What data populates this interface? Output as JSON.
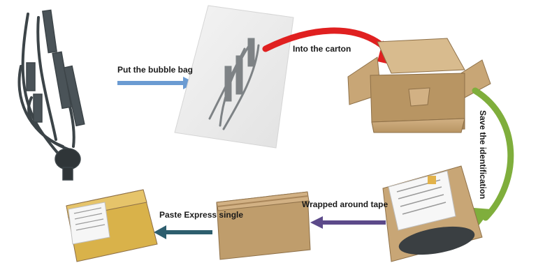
{
  "steps": [
    {
      "id": "bubble",
      "label": "Put the bubble bag"
    },
    {
      "id": "carton",
      "label": "Into the carton"
    },
    {
      "id": "ident",
      "label": "Save the identification"
    },
    {
      "id": "tape",
      "label": "Wrapped around tape"
    },
    {
      "id": "express",
      "label": "Paste Express single"
    }
  ],
  "colors": {
    "arrow_bubble": "#6b9bd2",
    "arrow_carton": "#e02020",
    "arrow_ident": "#7fae3c",
    "arrow_tape": "#5c4a8a",
    "arrow_express": "#2d5e6e",
    "cardboard": "#c8a676",
    "cardboard_dark": "#a9865a",
    "parcel_tape": "#d9b24a",
    "cable": "#3c4448"
  }
}
